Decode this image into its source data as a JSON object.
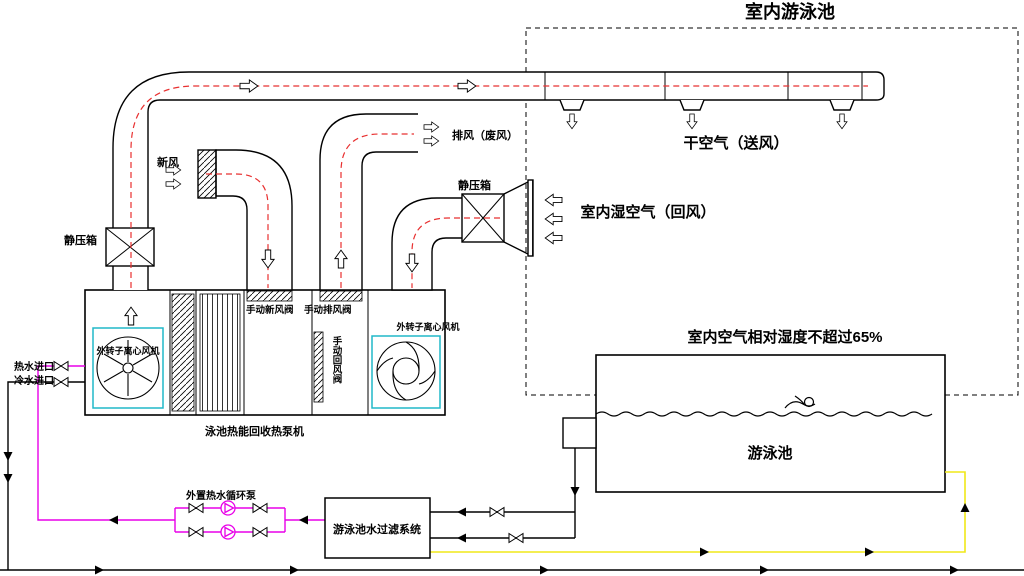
{
  "diagram": {
    "title": "室内游泳池",
    "labels": {
      "fresh_air": "新风",
      "exhaust_air": "排风（废风）",
      "static_box_left": "静压箱",
      "static_box_right": "静压箱",
      "dry_air_supply": "干空气（送风）",
      "humid_air_return": "室内湿空气（回风）",
      "manual_fresh_air_valve": "手动新风阀",
      "manual_exhaust_valve": "手动排风阀",
      "manual_return_valve": "手动回风阀",
      "fan_left": "外转子离心风机",
      "fan_right": "外转子离心风机",
      "heat_pump_unit": "泳池热能回收热泵机",
      "hot_water_inlet": "热水进口",
      "cold_water_inlet": "冷水进口",
      "circulation_pump": "外置热水循环泵",
      "filter_system": "游泳池水过滤系统",
      "humidity_note": "室内空气相对湿度不超过65%",
      "pool": "游泳池"
    },
    "colors": {
      "duct": "#000000",
      "airflow": "#e83030",
      "hot_water": "#e800e8",
      "cold_water": "#f0e818",
      "fan_frame": "#20b8c8"
    }
  }
}
